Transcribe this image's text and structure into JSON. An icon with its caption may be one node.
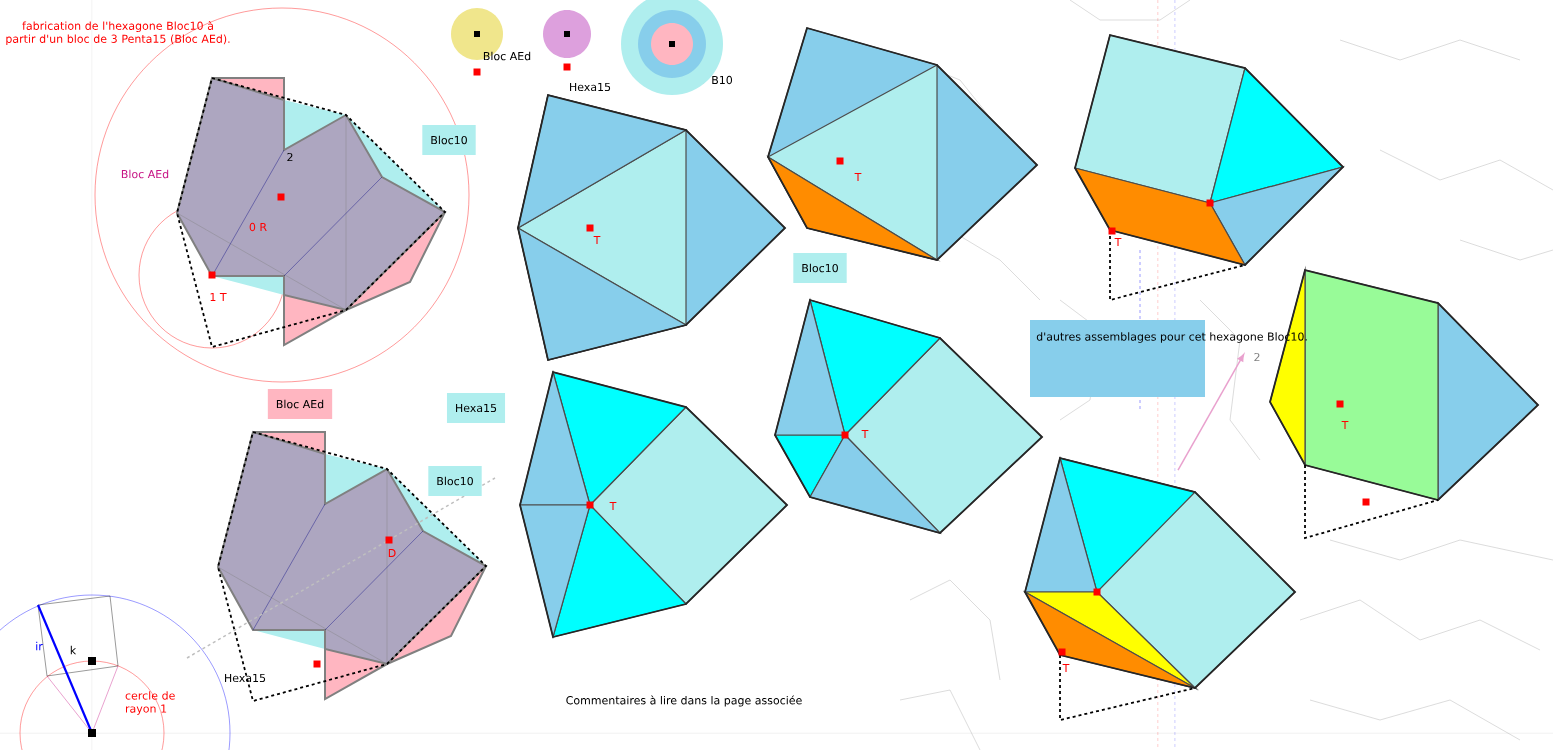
{
  "diagram": {
    "title": "fabrication de l'hexagone Bloc10 à partir d'un bloc de 3 Penta15 (Bloc AEd).",
    "nodes": [
      {
        "text": [
          "Bloc10"
        ]
      },
      {
        "text": [
          "Bloc10"
        ]
      },
      {
        "text": [
          "Bloc AEd"
        ]
      },
      {
        "text": [
          "Hexa15"
        ]
      },
      {
        "text": [
          "Bloc10"
        ]
      },
      {
        "text": [
          "d'autres assemblages pour cet hexagone Bloc10."
        ]
      }
    ],
    "labels": [
      "Bloc AEd",
      "2",
      "0 R",
      "1 T",
      "T",
      "T",
      "T",
      "T",
      "T",
      "D",
      "2",
      "T",
      "ir",
      "k",
      "Hexa15",
      "cercle de rayon 1",
      "T",
      "Commentaires à lire dans la page associée"
    ],
    "legend": [
      {
        "text": "Bloc AEd",
        "color": "#f0e68c"
      },
      {
        "text": "Hexa15",
        "color": "#dda0dd"
      },
      {
        "text": "B10",
        "color": "#afeeee"
      }
    ]
  }
}
